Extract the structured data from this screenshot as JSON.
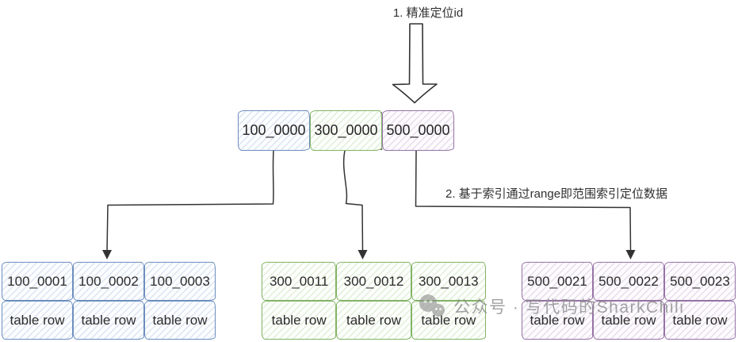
{
  "labels": {
    "step1": "1. 精准定位id",
    "step2": "2. 基于索引通过range即范围索引定位数据"
  },
  "index_row": {
    "cells": [
      {
        "label": "100_0000",
        "color": "blue"
      },
      {
        "label": "300_0000",
        "color": "green"
      },
      {
        "label": "500_0000",
        "color": "purple"
      }
    ]
  },
  "tables": [
    {
      "color": "blue",
      "headers": [
        "100_0001",
        "100_0002",
        "100_0003"
      ],
      "rows": [
        "table row",
        "table row",
        "table row"
      ]
    },
    {
      "color": "green",
      "headers": [
        "300_0011",
        "300_0012",
        "300_0013"
      ],
      "rows": [
        "table row",
        "table row",
        "table row"
      ]
    },
    {
      "color": "purple",
      "headers": [
        "500_0021",
        "500_0022",
        "500_0023"
      ],
      "rows": [
        "table row",
        "table row",
        "table row"
      ]
    }
  ],
  "watermark": {
    "icon": "wechat-icon",
    "text": "公众号 · 写代码的SharkChili"
  },
  "colors": {
    "blue_stroke": "#6c8ebf",
    "blue_fill": "#dae8fc",
    "green_stroke": "#82b366",
    "green_fill": "#d5e8d4",
    "purple_stroke": "#9673a6",
    "purple_fill": "#e1d5e7",
    "arrow": "#333333",
    "watermark_gray": "#8e8e8e"
  }
}
